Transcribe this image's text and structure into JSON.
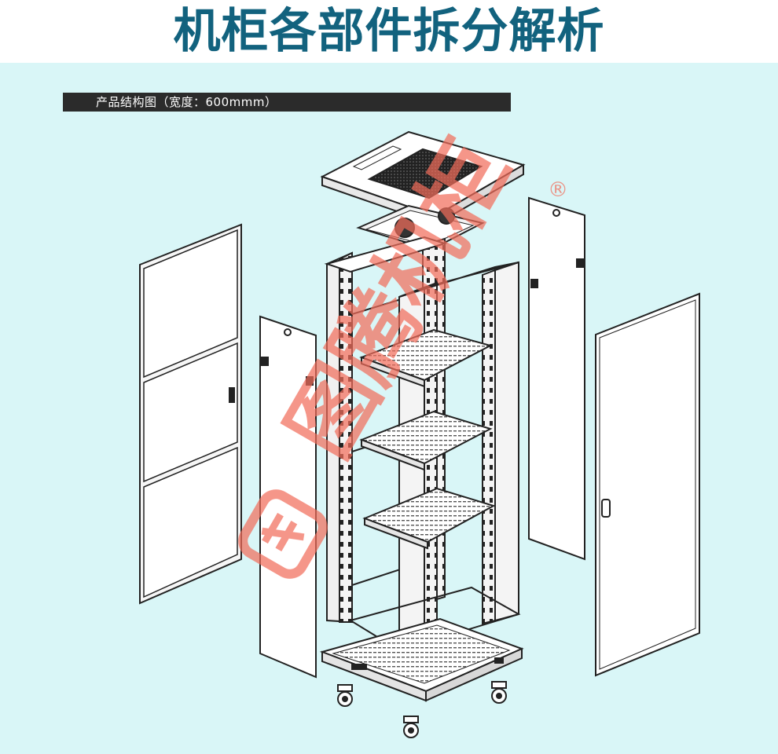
{
  "title": "机柜各部件拆分解析",
  "structure_label": "产品结构图（宽度：600mmm）",
  "watermark": {
    "text": "图腾机柜",
    "registered_mark": "®",
    "color": "#f26d5b"
  },
  "colors": {
    "title": "#12627e",
    "background": "#d9f6f7",
    "label_bar": "#2b2b2b",
    "line": "#222222"
  }
}
